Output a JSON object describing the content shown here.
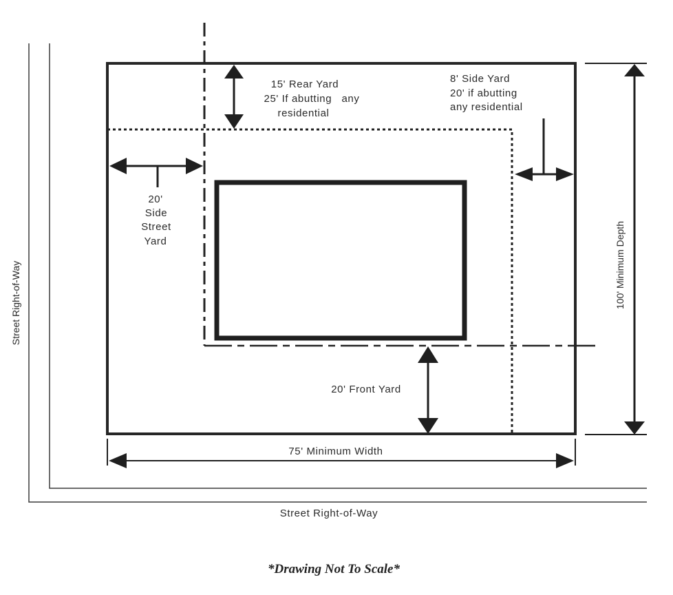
{
  "diagram": {
    "title_note": "*Drawing Not To Scale*",
    "labels": {
      "rear_yard": [
        "15' Rear Yard",
        "25' If abutting   any",
        "residential"
      ],
      "side_yard": [
        "8' Side Yard",
        "20' if abutting",
        "any residential"
      ],
      "side_street_yard": [
        "20'",
        "Side",
        "Street",
        "Yard"
      ],
      "front_yard": "20' Front Yard",
      "minimum_width": "75' Minimum Width",
      "minimum_depth": "100' Minimum Depth",
      "street_row_bottom": "Street Right-of-Way",
      "street_row_left": "Street Right-of-Way"
    },
    "setbacks": {
      "rear_yard_ft": 15,
      "rear_yard_residential_ft": 25,
      "side_yard_ft": 8,
      "side_yard_residential_ft": 20,
      "side_street_yard_ft": 20,
      "front_yard_ft": 20,
      "min_width_ft": 75,
      "min_depth_ft": 100
    },
    "colors": {
      "line": "#222222",
      "background": "#ffffff"
    }
  }
}
